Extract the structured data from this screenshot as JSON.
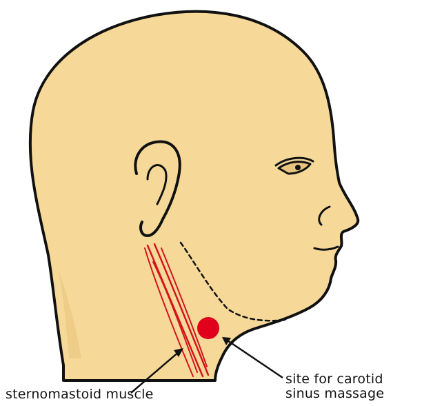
{
  "colors": {
    "skin": "#f6d999",
    "skin_shadow": "#e9c47e",
    "outline": "#111111",
    "muscle": "#d4141e",
    "massage_site": "#e0001b"
  },
  "labels": {
    "muscle": "sternomastoid muscle",
    "site_line1": "site for carotid",
    "site_line2": "sinus massage"
  }
}
